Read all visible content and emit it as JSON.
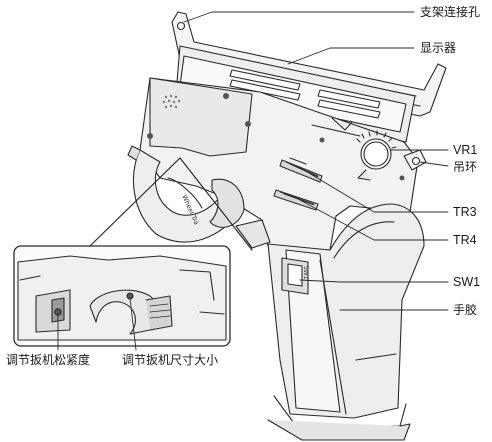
{
  "callouts": {
    "bracket_hole": "支架连接孔",
    "display": "显示器",
    "vr1": "VR1",
    "lanyard_ring": "吊环",
    "tr3": "TR3",
    "tr4": "TR4",
    "sw1": "SW1",
    "grip": "手胶",
    "trigger_tension": "调节扳机松紧度",
    "trigger_size": "调节扳机尺寸大小"
  },
  "device_marks": {
    "wheel_text": "Wheel Tra",
    "sw_text": "SW1"
  },
  "colors": {
    "line": "#2b2b2b",
    "fill_light": "#f4f4f4",
    "fill_mid": "#e6e6e6",
    "fill_dark": "#9a9a9a",
    "text": "#1a1a1a"
  }
}
